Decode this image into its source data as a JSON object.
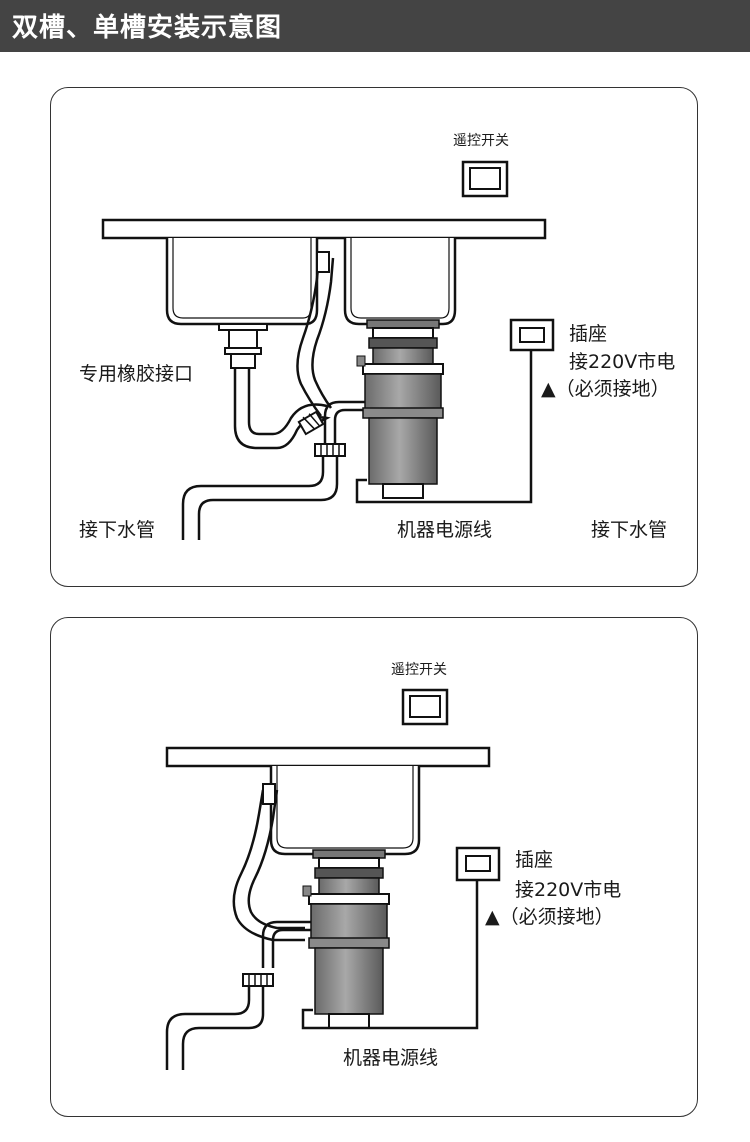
{
  "title": "双槽、单槽安装示意图",
  "double_sink": {
    "remote_switch": "遥控开关",
    "socket": "插座",
    "power_line1": "接220V市电",
    "power_line2": "▲（必须接地）",
    "rubber_joint": "专用橡胶接口",
    "drain_left": "接下水管",
    "power_cord": "机器电源线",
    "drain_right": "接下水管"
  },
  "single_sink": {
    "remote_switch": "遥控开关",
    "socket": "插座",
    "power_line1": "接220V市电",
    "power_line2": "▲（必须接地）",
    "power_cord": "机器电源线"
  },
  "colors": {
    "title_bg": "#444444",
    "line": "#111111",
    "unit_gray": "#9a9a9a",
    "unit_dark": "#5e5e5e"
  }
}
